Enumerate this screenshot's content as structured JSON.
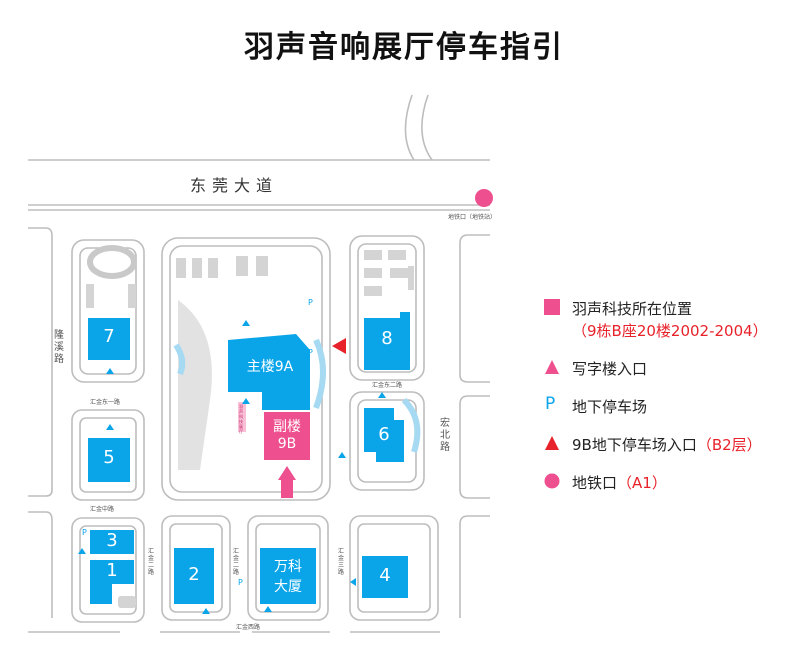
{
  "title": "羽声音响展厅停车指引",
  "colors": {
    "building": "#0aa5e9",
    "highlight": "#ee4f8f",
    "red": "#e8222a",
    "road": "#b9b9b9",
    "parking": "#0aa5e9"
  },
  "roads": {
    "main": "东莞大道",
    "left": "隆溪路",
    "right": "宏北路",
    "r1": "汇金东一路",
    "r2": "汇金中路",
    "r3": "汇金二路",
    "r4": "汇金三路",
    "r5": "汇金东二路",
    "r6": "汇金西路",
    "metro": "地铁口（地铁站）"
  },
  "buildings": {
    "b7": "7",
    "b8": "8",
    "b5": "5",
    "b6": "6",
    "b3": "3",
    "b1": "1",
    "b2": "2",
    "b4": "4",
    "main9a": "主楼9A",
    "sub9b_1": "副楼",
    "sub9b_2": "9B",
    "vanke_1": "万科",
    "vanke_2": "大厦",
    "small_note": "羽声科技展厅"
  },
  "legend": {
    "company": "羽声科技所在位置",
    "company_sub": "（9栋B座20楼2002-2004）",
    "entrance": "写字楼入口",
    "parking_symbol": "P",
    "parking": "地下停车场",
    "parking_entry_a": "9B地下停车场入口",
    "parking_entry_b": "（B2层）",
    "metro_a": "地铁口",
    "metro_b": "（A1）"
  }
}
